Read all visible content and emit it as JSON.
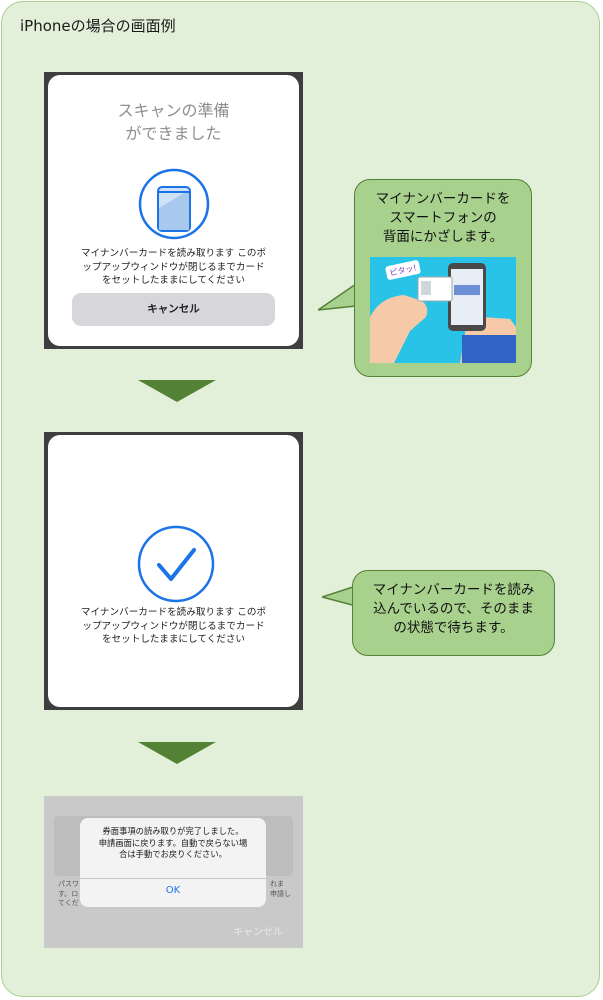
{
  "title": "iPhoneの場合の画面例",
  "screen1": {
    "heading_line1": "スキャンの準備",
    "heading_line2": "ができました",
    "message_lines": [
      "マイナンバーカードを読み取ります このポ",
      "ップアップウィンドウが閉じるまでカード",
      "をセットしたままにしてください"
    ],
    "cancel_label": "キャンセル"
  },
  "screen2": {
    "message_lines": [
      "マイナンバーカードを読み取ります このポ",
      "ップアップウィンドウが閉じるまでカード",
      "をセットしたままにしてください"
    ]
  },
  "screen3": {
    "alert_lines": [
      "券面事項の読み取りが完了しました。",
      "申請画面に戻ります。自動で戻らない場",
      "合は手動でお戻りください。"
    ],
    "ok_label": "OK",
    "bg_left_lines": [
      "パスワ",
      "す。ロ",
      "てくだ"
    ],
    "bg_right_lines": [
      "れま",
      "申請し",
      ""
    ],
    "bg_cancel": "キャンセル"
  },
  "callout1": {
    "lines": [
      "マイナンバーカードを",
      "スマートフォンの",
      "背面にかざします。"
    ],
    "illustration_text": "ピタッ!"
  },
  "callout2": {
    "lines": [
      "マイナンバーカードを読み",
      "込んでいるので、そのまま",
      "の状態で待ちます。"
    ]
  },
  "colors": {
    "panel_bg": "#e2efd9",
    "panel_border": "#a9cf8f",
    "arrow": "#538135",
    "bubble_fill": "#a9d18e",
    "bubble_border": "#538135",
    "ios_blue": "#1a73e8"
  }
}
